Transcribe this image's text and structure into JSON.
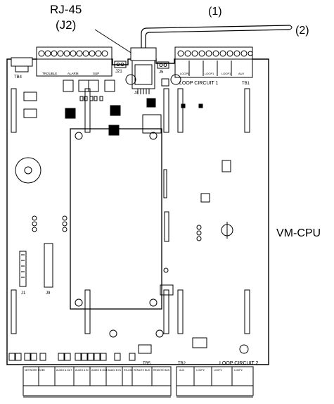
{
  "callouts": {
    "rj45": "RJ-45",
    "j2": "(J2)",
    "cable_1": "(1)",
    "cable_2": "(2)",
    "board_name": "VM-CPU"
  },
  "connectors": {
    "tb4": "TB4",
    "trouble": "TROUBLE",
    "alarm": "ALARM",
    "sup": "SUP",
    "j21": "J21",
    "j2": "J2",
    "j5": "J5",
    "loop_circuit_1": "LOOP CIRCUIT 1",
    "tb1": "TB1",
    "j1": "J1",
    "j9": "J9",
    "tb5": "TB5",
    "tb2": "TB2",
    "loop_circuit_2": "LOOP CIRCUIT 2",
    "tb1_groups": [
      "LOOP1",
      "LOOP1",
      "LOOP1",
      "AUX"
    ],
    "tb5_groups": [
      "NETWORK OUT",
      "IN",
      "AUDIO A OUT",
      "AUDIO A IN",
      "AUDIO B OUT",
      "AUDIO B IN",
      "RS-232",
      "REMOTE BUS",
      "REMOTE BUS"
    ],
    "tb2_groups": [
      "AUX",
      "LOOP2",
      "LOOP2",
      "LOOP2"
    ]
  }
}
